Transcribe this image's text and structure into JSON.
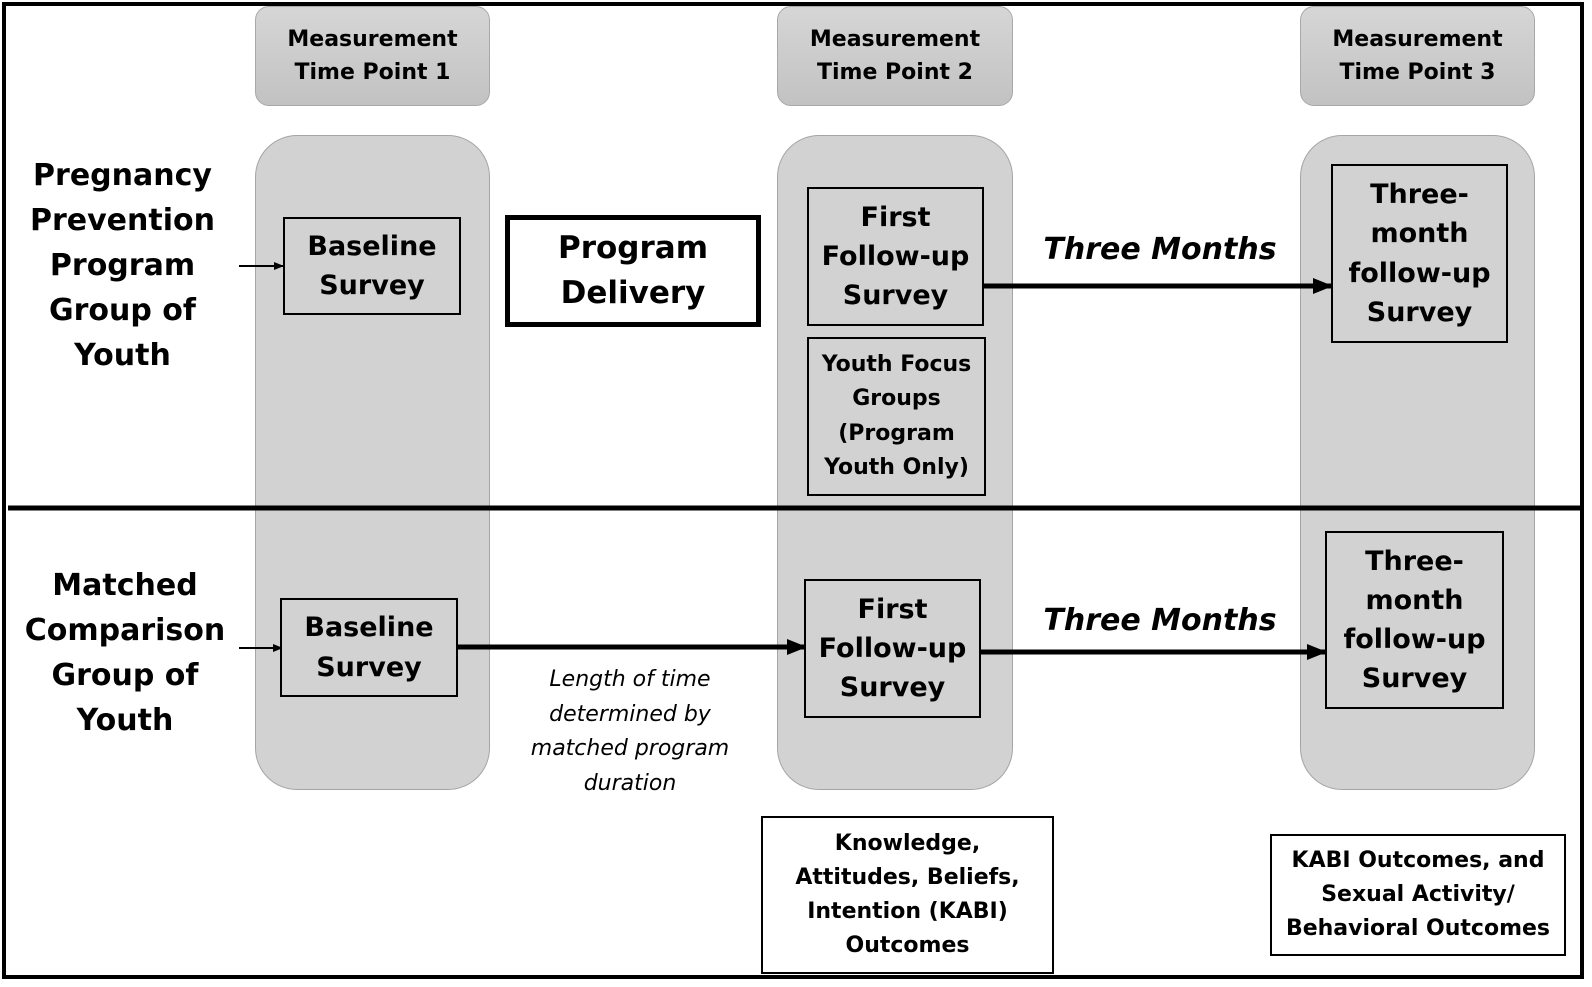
{
  "time_points": [
    {
      "label": "Measurement\nTime Point 1"
    },
    {
      "label": "Measurement\nTime Point 2"
    },
    {
      "label": "Measurement\nTime Point 3"
    }
  ],
  "program_group": {
    "label": "Pregnancy\nPrevention\nProgram\nGroup of\nYouth",
    "baseline": "Baseline\nSurvey",
    "program_delivery": "Program\nDelivery",
    "first_followup": "First\nFollow-up\nSurvey",
    "focus_groups": "Youth Focus\nGroups\n(Program\nYouth Only)",
    "interval": "Three Months",
    "three_month_followup": "Three-\nmonth\nfollow-up\nSurvey"
  },
  "comparison_group": {
    "label": "Matched\nComparison\nGroup of\nYouth",
    "baseline": "Baseline\nSurvey",
    "duration_note": "Length of time\ndetermined by\nmatched program\nduration",
    "first_followup": "First\nFollow-up\nSurvey",
    "interval": "Three Months",
    "three_month_followup": "Three-\nmonth\nfollow-up\nSurvey"
  },
  "outcomes": {
    "time_point_2": "Knowledge,\nAttitudes, Beliefs,\nIntention (KABI)\nOutcomes",
    "time_point_3": "KABI Outcomes, and\nSexual Activity/\nBehavioral Outcomes"
  }
}
